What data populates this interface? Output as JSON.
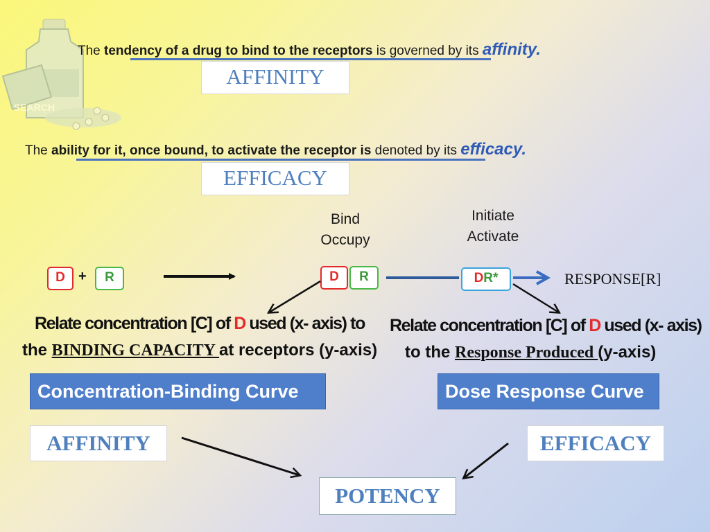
{
  "affinity_sentence": {
    "pre": "The ",
    "bold": "tendency of a drug to bind to the receptors",
    "mid": " is governed by its ",
    "term": "affinity."
  },
  "affinity_label": "AFFINITY",
  "efficacy_sentence": {
    "pre": "The ",
    "bold": "ability for it, once bound, to activate the receptor is",
    "mid": " denoted by its ",
    "term": "efficacy."
  },
  "efficacy_label": "EFFICACY",
  "bind_label_1": "Bind",
  "bind_label_2": "Occupy",
  "initiate_label_1": "Initiate",
  "initiate_label_2": "Activate",
  "reaction": {
    "d": "D",
    "plus": "+",
    "r": "R",
    "dr_d": "D",
    "dr_r": "R*",
    "response": "RESPONSE[R]"
  },
  "left_relation": {
    "line1_a": "Relate concentration [C] of ",
    "line1_d": "D",
    "line1_b": " used (x- axis) to",
    "line2_pre": "the ",
    "line2_under": "BINDING CAPACITY ",
    "line2_post": "at receptors (y-axis)"
  },
  "right_relation": {
    "line1_a": "Relate concentration [C] of ",
    "line1_d": "D",
    "line1_b": " used (x- axis)",
    "line2_pre": "to the ",
    "line2_under": "Response Produced ",
    "line2_post": "(y-axis)"
  },
  "left_curve_label": "Concentration-Binding  Curve",
  "right_curve_label": "Dose Response Curve",
  "bottom_affinity": "AFFINITY",
  "bottom_efficacy": "EFFICACY",
  "potency": "POTENCY",
  "colors": {
    "accent_blue": "#4f7fcb",
    "term_blue": "#2f5bb7",
    "drug_red": "#e32a2a",
    "receptor_green": "#49b847"
  }
}
